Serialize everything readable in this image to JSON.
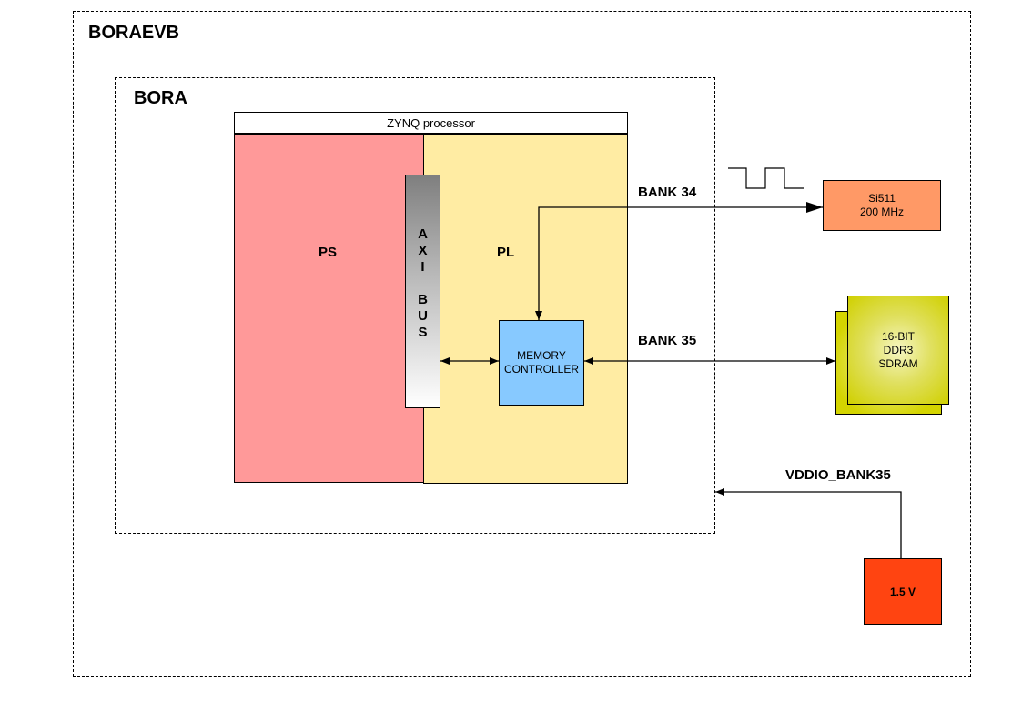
{
  "diagram": {
    "outer_board": {
      "label": "BORAEVB"
    },
    "module": {
      "label": "BORA"
    },
    "processor": {
      "header": "ZYNQ processor",
      "ps": {
        "label": "PS",
        "color": "#ff9999"
      },
      "pl": {
        "label": "PL",
        "color": "#ffeca3"
      },
      "axi_bus": {
        "lines": [
          "A",
          "X",
          "I",
          "",
          "B",
          "U",
          "S"
        ]
      },
      "memory_controller": {
        "lines": [
          "MEMORY",
          "CONTROLLER"
        ],
        "color": "#87c9ff"
      }
    },
    "connections": {
      "bank34": "BANK 34",
      "bank35": "BANK 35",
      "vddio": "VDDIO_BANK35"
    },
    "oscillator": {
      "lines": [
        "Si511",
        "200 MHz"
      ],
      "color": "#ff9966"
    },
    "sdram": {
      "lines": [
        "16-BIT",
        "DDR3",
        "SDRAM"
      ],
      "color": "#d4d400"
    },
    "power": {
      "label": "1.5 V",
      "color": "#ff4411"
    }
  }
}
